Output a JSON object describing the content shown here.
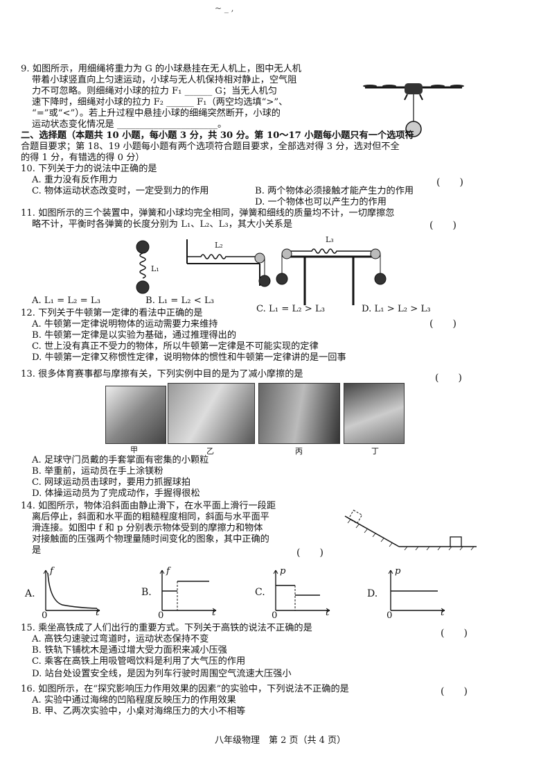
{
  "header_mark": "~ _ ,",
  "q9": {
    "l1": "9. 如图所示，用细绳将重力为 G 的小球悬挂在无人机上，图中无人机",
    "l2": "带着小球竖直向上匀速运动，小球与无人机保持相对静止，空气阻",
    "l3": "力不可忽略。则细绳对小球的拉力 F₁ ______ G；当无人机匀",
    "l4": "速下降时，细绳对小球的拉力 F₂ ______ F₁（两空均选填“>”、",
    "l5": "“=”或“<”）。若上升过程中悬挂小球的细绳突然断开，小球的",
    "l6": "运动状态变化情况是 ______________________。"
  },
  "section2": {
    "l1": "二、选择题（本题共 10 小题，每小题 3 分，共 30 分。第 10～17 小题每小题只有一个选项符",
    "l2": "合题目要求；第 18、19 小题每小题有两个选项符合题目要求，全部选对得 3 分，选对但不全",
    "l3": "的得 1 分，有错选的得 0 分）"
  },
  "q10": {
    "stem": "10. 下列关于力的说法中正确的是",
    "a": "A. 重力没有反作用力",
    "b": "B. 两个物体必须接触才能产生力的作用",
    "c": "C. 物体运动状态改变时，一定受到力的作用",
    "d": "D. 一个物体也可以产生力的作用"
  },
  "q11": {
    "l1": "11. 如图所示的三个装置中，弹簧和小球均完全相同，弹簧和细线的质量均不计，一切摩擦忽",
    "l2": "略不计，平衡时各弹簧的长度分别为 L₁、L₂、L₃，其大小关系是",
    "a": "A. L₁ = L₂ = L₃",
    "b": "B. L₁ = L₂ < L₃",
    "c": "C. L₁ = L₂ > L₃",
    "d": "D. L₁ > L₂ > L₃",
    "fig_l1": "L₁",
    "fig_l2": "L₂",
    "fig_l3": "L₃"
  },
  "q12": {
    "stem": "12. 下列关于牛顿第一定律的看法中正确的是",
    "a": "A. 牛顿第一定律说明物体的运动需要力来维持",
    "b": "B. 牛顿第一定律是以实验为基础，通过推理得出的",
    "c": "C. 世上没有真正不受力的物体，所以牛顿第一定律是不可能实现的定律",
    "d": "D. 牛顿第一定律又称惯性定律，说明物体的惯性和牛顿第一定律讲的是一回事"
  },
  "q13": {
    "stem": "13. 很多体育赛事都与摩擦有关，下列实例中目的是为了减小摩擦的是",
    "cap1": "甲",
    "cap2": "乙",
    "cap3": "丙",
    "cap4": "丁",
    "a": "A. 足球守门员戴的手套掌面有密集的小颗粒",
    "b": "B. 举重前，运动员在手上涂镁粉",
    "c": "C. 网球运动员击球时，要用力抓握球拍",
    "d": "D. 体操运动员为了完成动作，手握得很松"
  },
  "q14": {
    "l1": "14. 如图所示，物体沿斜面由静止滑下，在水平面上滑行一段距",
    "l2": "离后停止，斜面和水平面的粗糙程度相同，斜面与水平面平",
    "l3": "滑连接。如图中 f 和 p 分别表示物体受到的摩擦力和物体",
    "l4": "对接触面的压强两个物理量随时间变化的图象，其中正确的",
    "l5": "是",
    "opt_a": "A.",
    "opt_b": "B.",
    "opt_c": "C.",
    "opt_d": "D.",
    "ax_f": "f",
    "ax_p": "p",
    "ax_t": "t",
    "origin": "0"
  },
  "q15": {
    "stem": "15. 乘坐高铁成了人们出行的重要方式。下列关于高铁的说法不正确的是",
    "a": "A. 高铁匀速驶过弯道时，运动状态保持不变",
    "b": "B. 铁轨下铺枕木是通过增大受力面积来减小压强",
    "c": "C. 乘客在高铁上用吸管喝饮料是利用了大气压的作用",
    "d": "D. 站台处设置安全线，是因为列车行驶时周围空气流速大压强小"
  },
  "q16": {
    "stem": "16. 如图所示，在“探究影响压力作用效果的因素”的实验中，下列说法不正确的是",
    "a": "A. 实验中通过海绵的凹陷程度反映压力的作用效果",
    "b": "B. 甲、乙两次实验中，小桌对海绵压力的大小不相等"
  },
  "paren": "(　　)",
  "footer": "八年级物理　第 2 页（共 4 页）"
}
